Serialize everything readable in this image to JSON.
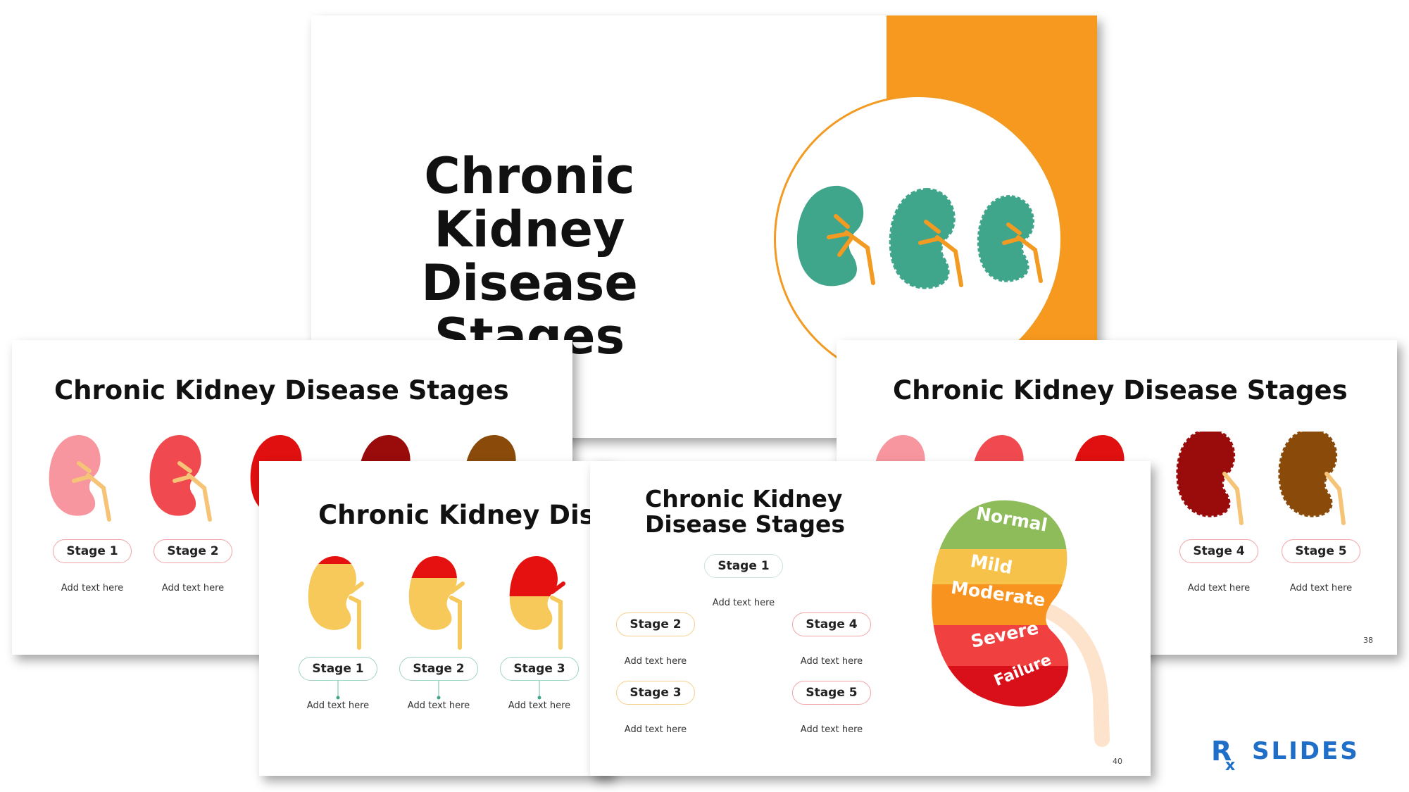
{
  "colors": {
    "orange": "#f7991f",
    "teal": "#3fa58b",
    "orange_vein": "#f29a21"
  },
  "slide_main": {
    "title_lines": [
      "Chronic Kidney",
      "Disease",
      "Stages"
    ]
  },
  "slide_left": {
    "title": "Chronic Kidney Disease Stages",
    "stages": [
      {
        "label": "Stage 1",
        "text": "Add text here"
      },
      {
        "label": "Stage 2",
        "text": "Add text here"
      }
    ]
  },
  "slide_right": {
    "title": "Chronic Kidney Disease Stages",
    "stages": [
      {
        "label": "Stage 4",
        "text": "Add text here"
      },
      {
        "label": "Stage 5",
        "text": "Add text here"
      }
    ],
    "page_number": "38"
  },
  "slide_middle": {
    "title": "Chronic Kidney Dis",
    "stages": [
      {
        "label": "Stage 1",
        "text": "Add text here"
      },
      {
        "label": "Stage 2",
        "text": "Add text here"
      },
      {
        "label": "Stage 3",
        "text": "Add text here"
      }
    ]
  },
  "slide_front": {
    "title_lines": [
      "Chronic Kidney",
      "Disease Stages"
    ],
    "stages": [
      {
        "label": "Stage 1",
        "text": "Add text here"
      },
      {
        "label": "Stage 2",
        "text": "Add text here"
      },
      {
        "label": "Stage 3",
        "text": "Add text here"
      },
      {
        "label": "Stage 4",
        "text": "Add text here"
      },
      {
        "label": "Stage 5",
        "text": "Add text here"
      }
    ],
    "bands": [
      "Normal",
      "Mild",
      "Moderate",
      "Severe",
      "Failure"
    ],
    "page_number": "40"
  },
  "logo": {
    "text": "RX SLIDES"
  }
}
